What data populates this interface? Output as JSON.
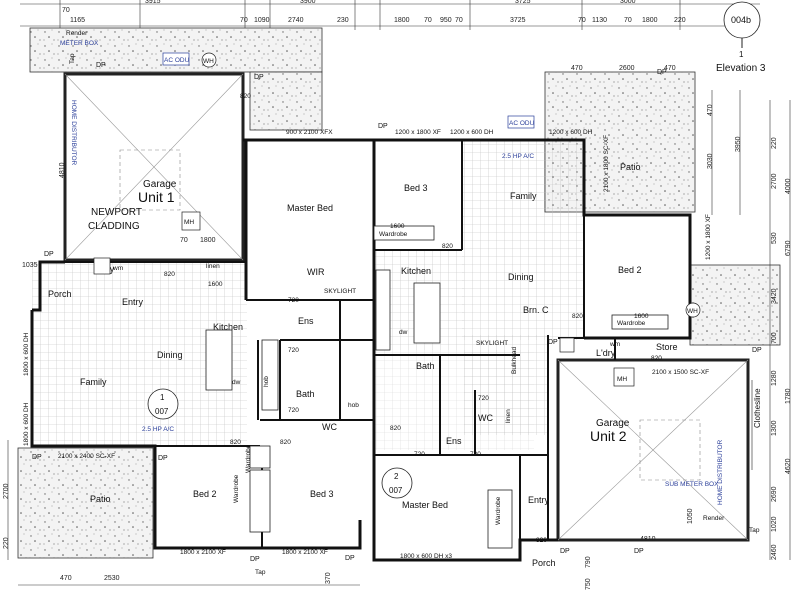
{
  "labels": {
    "unit1": "Unit 1",
    "unit2": "Unit 2",
    "garage_u1": "Garage",
    "garage_u2": "Garage",
    "newport": "NEWPORT",
    "cladding": "CLADDING",
    "ref_004b": "004b",
    "elev_num": "1",
    "elevation3": "Elevation 3",
    "ref_007_a_top": "1",
    "ref_007_a": "007",
    "ref_007_b_top": "2",
    "ref_007_b": "007",
    "clothesline": "Clothesline",
    "brm_c": "Brn. C",
    "render_top": "Render",
    "render_bottom": "Render",
    "tap_left": "Tap",
    "tap_right": "Tap",
    "tap_top": "Tap"
  },
  "rooms_u1": {
    "porch": "Porch",
    "entry": "Entry",
    "ldry": "L'dry",
    "linen": "linen",
    "kitchen": "Kitchen",
    "dining": "Dining",
    "family": "Family",
    "bed2": "Bed 2",
    "bed3": "Bed 3",
    "master": "Master Bed",
    "wir": "WIR",
    "ens": "Ens",
    "bath": "Bath",
    "wc": "WC",
    "patio": "Patio",
    "wardrobe1": "Wardrobe",
    "wardrobe2": "Wardrobe",
    "skylight": "SKYLIGHT"
  },
  "rooms_u2": {
    "bed3": "Bed 3",
    "family": "Family",
    "kitchen": "Kitchen",
    "dining": "Dining",
    "bed2": "Bed 2",
    "patio": "Patio",
    "ldry": "L'dry",
    "store": "Store",
    "bath": "Bath",
    "ens": "Ens",
    "wc": "WC",
    "linen": "linen",
    "master": "Master Bed",
    "entry": "Entry",
    "porch": "Porch",
    "wardrobe_bed3": "Wardrobe",
    "wardrobe_bed2": "Wardrobe",
    "wardrobe_master": "Wardrobe",
    "skylight": "SKYLIGHT",
    "bulkhead": "Bulkhead"
  },
  "fixtures": {
    "wm1": "wm",
    "wm2": "wm",
    "mh1": "MH",
    "mh2": "MH",
    "wh1": "WH",
    "wh2": "WH",
    "ac_odu1": "AC ODU",
    "ac_odu2": "AC ODU",
    "ac1": "2.5 HP A/C",
    "ac2": "2.5 HP A/C",
    "meter_box": "METER BOX",
    "sub_meter_box": "SUB METER BOX",
    "home_dist1": "HOME DISTRIBUTOR",
    "home_dist2": "HOME DISTRIBUTOR",
    "dw1": "dw",
    "dw2": "dw",
    "hob1": "hob",
    "hob2": "hob",
    "dp": "DP"
  },
  "windows": {
    "w_900x2100": "900 x 2100 XFX",
    "w_1200x1800_top": "1200 x 1800 XF",
    "w_1200x600_a": "1200 x 600 DH",
    "w_1200x600_b": "1200 x 600 DH",
    "w_2100x2400": "2100 x 2400 SC-XF",
    "w_1800x2100_a": "1800 x 2100 XF",
    "w_1800x2100_b": "1800 x 2100 XF",
    "w_1800x600_x3": "1800 x 600 DH x3",
    "w_2100x1500": "2100 x 1500 SC-XF",
    "w_1800x600_side": "1800 x 600 DH",
    "w_1800x600_side2": "1800 x 600 DH",
    "w_2100x1800": "2100 x 1800 SC-XF",
    "w_1200x1800_right": "1200 x 1800 XF"
  },
  "doors": [
    "820",
    "820",
    "820",
    "820",
    "820",
    "820",
    "820",
    "820",
    "820",
    "720",
    "720",
    "720",
    "720",
    "720",
    "720",
    "1600",
    "1600",
    "1600"
  ],
  "dims_top": [
    "70",
    "1165",
    "70",
    "1090",
    "2740",
    "230",
    "1800",
    "70",
    "950",
    "70",
    "3725",
    "70",
    "1130",
    "70",
    "1800",
    "220",
    "3915",
    "3900",
    "3725",
    "3000"
  ],
  "dims_right": [
    "220",
    "4000",
    "470",
    "3030",
    "3950",
    "2700",
    "530",
    "6790",
    "3420",
    "700",
    "1280",
    "1780",
    "1300",
    "4620",
    "2690",
    "1020",
    "2460"
  ],
  "dims_left": [
    "1035",
    "2700",
    "220"
  ],
  "dims_bottom": [
    "470",
    "2530",
    "370",
    "790",
    "750"
  ],
  "dims_misc": [
    "1800",
    "70",
    "470",
    "2600",
    "470",
    "1050",
    "4810",
    "4810"
  ]
}
